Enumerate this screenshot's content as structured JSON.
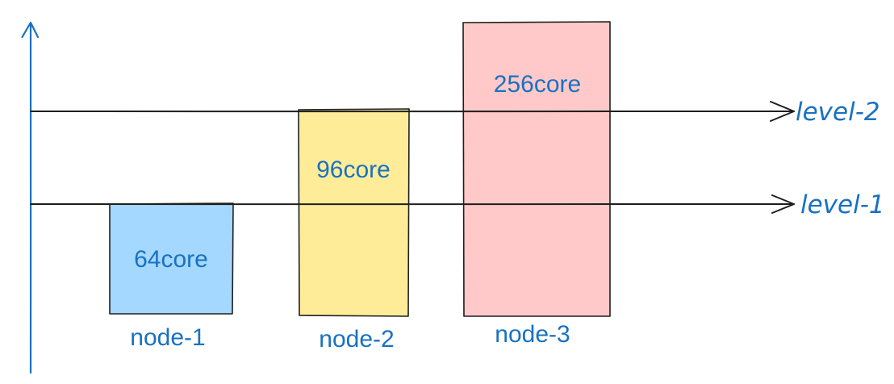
{
  "nodes": [
    {
      "name": "node-1",
      "cores": "64core",
      "fill": "#a5d8ff"
    },
    {
      "name": "node-2",
      "cores": "96core",
      "fill": "#ffec99"
    },
    {
      "name": "node-3",
      "cores": "256core",
      "fill": "#ffc9c9"
    }
  ],
  "levels": [
    {
      "label": "level-2"
    },
    {
      "label": "level-1"
    }
  ],
  "colors": {
    "text": "#1971c2",
    "axis": "#1971c2",
    "line": "#1e1e1e",
    "box_stroke": "#1e1e1e"
  }
}
